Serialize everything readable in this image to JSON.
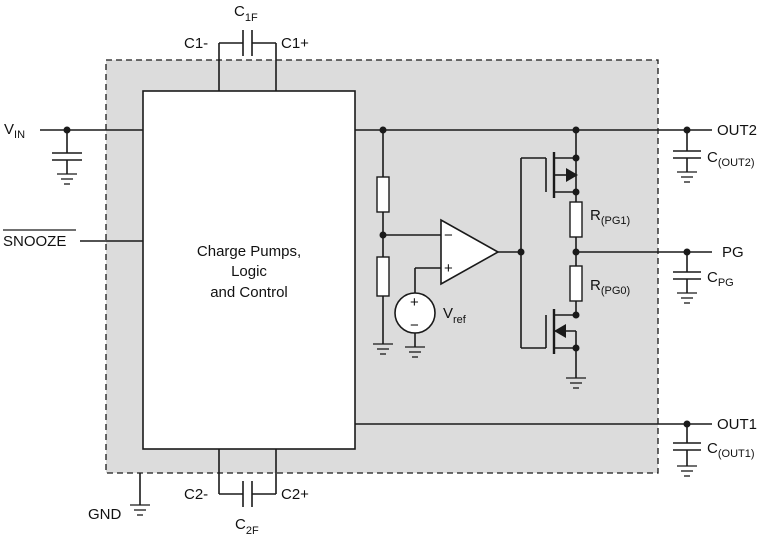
{
  "labels": {
    "vin": "V",
    "vin_sub": "IN",
    "snooze": "SNOOZE",
    "gnd": "GND",
    "c1f": "C",
    "c1f_sub": "1F",
    "c1_minus": "C1-",
    "c1_plus": "C1+",
    "c2f": "C",
    "c2f_sub": "2F",
    "c2_minus": "C2-",
    "c2_plus": "C2+",
    "out2": "OUT2",
    "cout2": "C",
    "cout2_sub": "(OUT2)",
    "pg": "PG",
    "cpg": "C",
    "cpg_sub": "PG",
    "rpg1": "R",
    "rpg1_sub": "(PG1)",
    "rpg0": "R",
    "rpg0_sub": "(PG0)",
    "vref": "V",
    "vref_sub": "ref",
    "out1": "OUT1",
    "cout1": "C",
    "cout1_sub": "(OUT1)",
    "opamp_minus": "−",
    "opamp_plus": "+",
    "src_plus": "+",
    "src_minus": "−"
  },
  "block": {
    "line1": "Charge Pumps,",
    "line2": "Logic",
    "line3": "and Control"
  },
  "colors": {
    "shade": "#dcdcdc",
    "line": "#1a1a1a",
    "background": "#ffffff"
  }
}
